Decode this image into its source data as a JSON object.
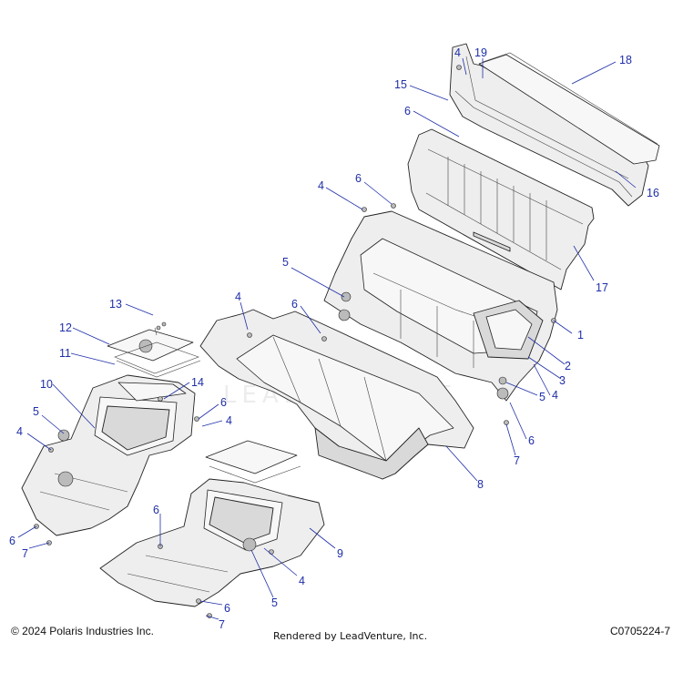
{
  "footer": {
    "copyright": "© 2024 Polaris Industries Inc.",
    "rendered_by": "Rendered by LeadVenture, Inc.",
    "diagram_code": "C0705224-7"
  },
  "watermark": "LEADVENTURE",
  "colors": {
    "callout": "#1f2fa8",
    "line": "#222222",
    "fill": "#eeeeee"
  },
  "callouts": [
    {
      "id": "c18",
      "label": "18"
    },
    {
      "id": "c4a",
      "label": "4"
    },
    {
      "id": "c19",
      "label": "19"
    },
    {
      "id": "c15",
      "label": "15"
    },
    {
      "id": "c6a",
      "label": "6"
    },
    {
      "id": "c16",
      "label": "16"
    },
    {
      "id": "c6b",
      "label": "6"
    },
    {
      "id": "c4b",
      "label": "4"
    },
    {
      "id": "c5a",
      "label": "5"
    },
    {
      "id": "c17",
      "label": "17"
    },
    {
      "id": "c13",
      "label": "13"
    },
    {
      "id": "c4c",
      "label": "4"
    },
    {
      "id": "c6c",
      "label": "6"
    },
    {
      "id": "c1",
      "label": "1"
    },
    {
      "id": "c12",
      "label": "12"
    },
    {
      "id": "c2",
      "label": "2"
    },
    {
      "id": "c11",
      "label": "11"
    },
    {
      "id": "c3",
      "label": "3"
    },
    {
      "id": "c4d",
      "label": "4"
    },
    {
      "id": "c10",
      "label": "10"
    },
    {
      "id": "c14",
      "label": "14"
    },
    {
      "id": "c6d",
      "label": "6"
    },
    {
      "id": "c5b",
      "label": "5"
    },
    {
      "id": "c4e",
      "label": "4"
    },
    {
      "id": "c5c",
      "label": "5"
    },
    {
      "id": "c4f",
      "label": "4"
    },
    {
      "id": "c6e",
      "label": "6"
    },
    {
      "id": "c7a",
      "label": "7"
    },
    {
      "id": "c8",
      "label": "8"
    },
    {
      "id": "c6f",
      "label": "6"
    },
    {
      "id": "c9",
      "label": "9"
    },
    {
      "id": "c6g",
      "label": "6"
    },
    {
      "id": "c7b",
      "label": "7"
    },
    {
      "id": "c4g",
      "label": "4"
    },
    {
      "id": "c5d",
      "label": "5"
    },
    {
      "id": "c6h",
      "label": "6"
    },
    {
      "id": "c7c",
      "label": "7"
    }
  ]
}
